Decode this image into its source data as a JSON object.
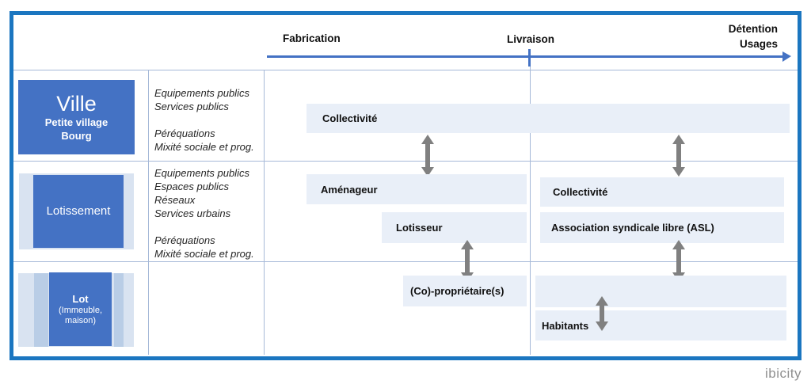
{
  "timeline": {
    "phases": [
      "Fabrication",
      "Livraison",
      "Détention",
      "Usages"
    ]
  },
  "rows": [
    {
      "scale_title": "Ville",
      "scale_lines": [
        "Petite village",
        "Bourg"
      ],
      "themes": [
        "Equipements publics",
        "Services publics",
        "",
        "Péréquations",
        "Mixité sociale et prog."
      ],
      "bars": {
        "collectivite": "Collectivité"
      }
    },
    {
      "scale_title": "Lotissement",
      "themes": [
        "Equipements publics",
        "Espaces publics",
        "Réseaux",
        "Services urbains",
        "",
        "Péréquations",
        "Mixité sociale et prog."
      ],
      "bars": {
        "amenageur": "Aménageur",
        "lotisseur": "Lotisseur",
        "collectivite": "Collectivité",
        "asl": "Association syndicale libre (ASL)"
      }
    },
    {
      "scale_title": "Lot",
      "scale_lines": [
        "(Immeuble,",
        "maison)"
      ],
      "themes": [],
      "bars": {
        "coproprietaires": "(Co)-propriétaire(s)",
        "habitants": "Habitants"
      }
    }
  ],
  "footer": {
    "logo_text": "ibicity"
  },
  "colors": {
    "accent_blue": "#4472c4",
    "frame_blue": "#1b76c0",
    "bar_light_blue": "#e9eff8",
    "icon_bg_blue": "#d9e3f1",
    "icon_stripe_blue": "#b9cde6",
    "arrow_gray": "#808080"
  }
}
